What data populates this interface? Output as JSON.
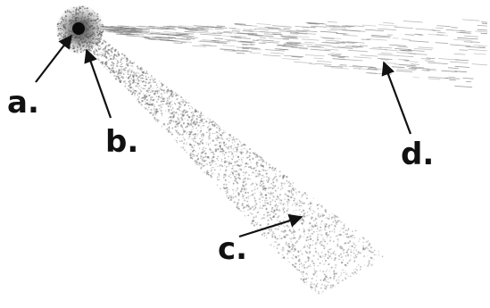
{
  "labels": {
    "a": "a.",
    "b": "b.",
    "c": "c.",
    "d": "d."
  },
  "colors": {
    "ink": "#111111",
    "nucleus": "#0a0a0a",
    "coma": "#555555",
    "dust_tail": "#6e6e6e",
    "ion_tail": "#777777"
  }
}
